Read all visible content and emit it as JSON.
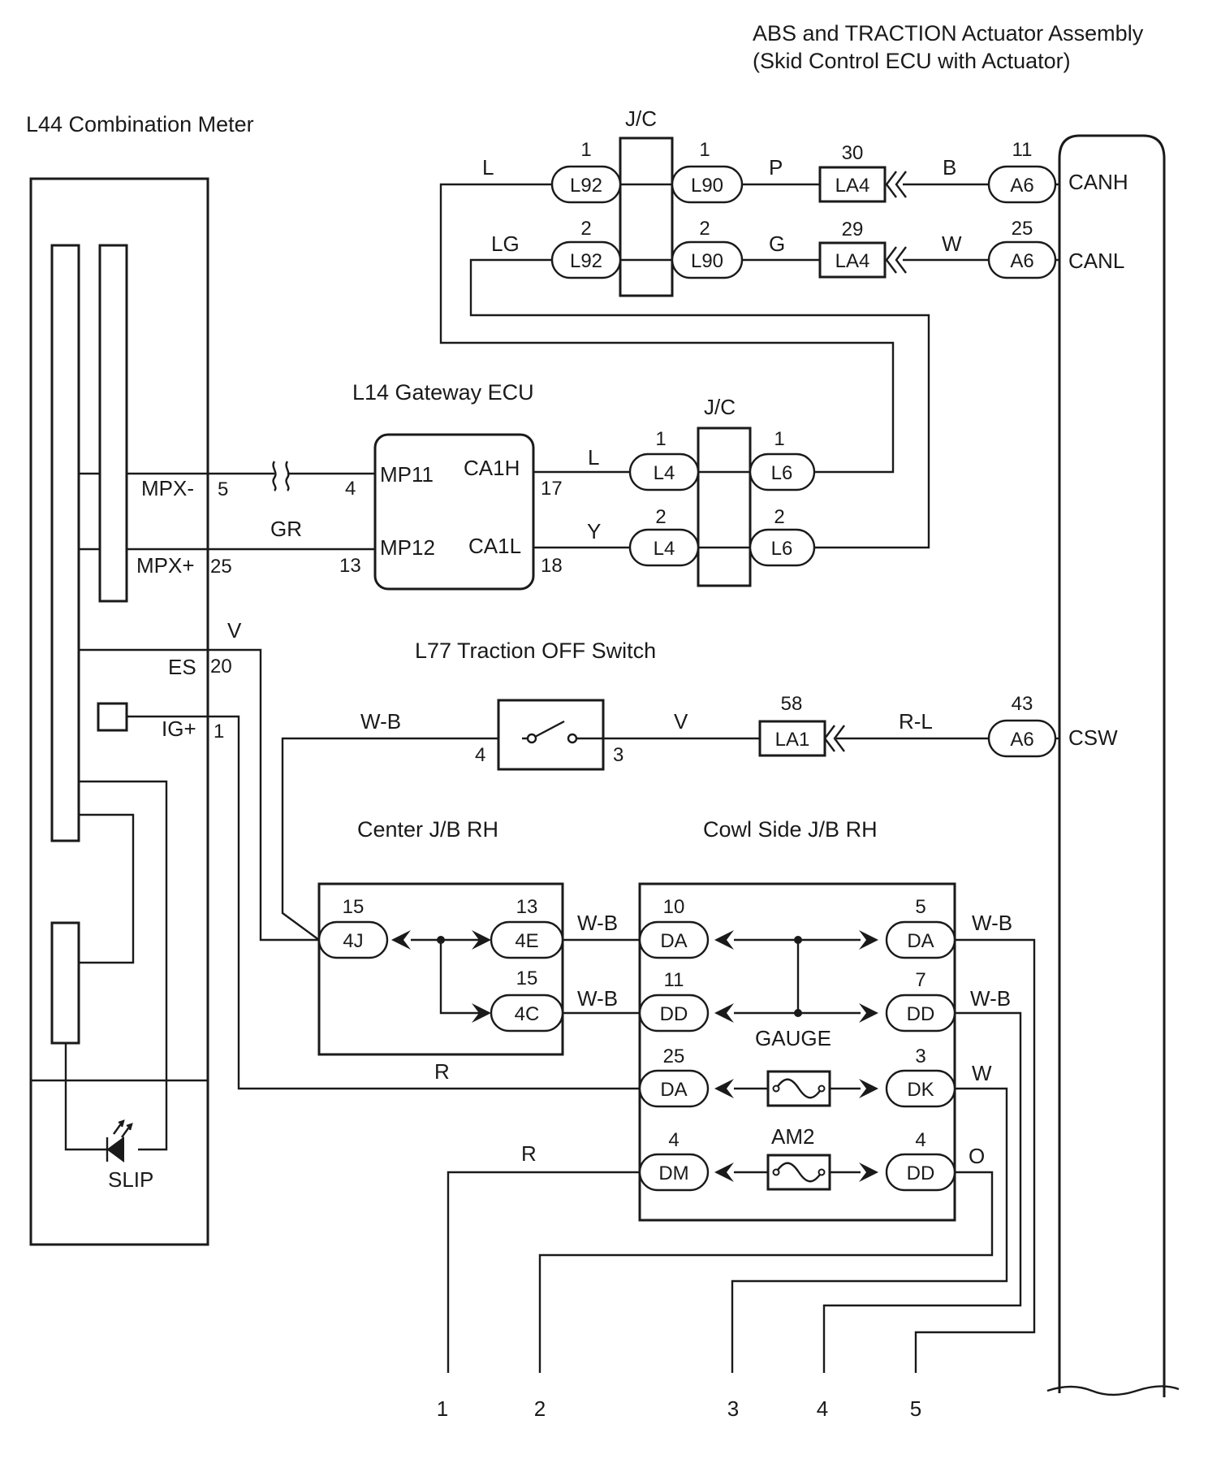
{
  "components": {
    "abs_assembly_line1": "ABS and TRACTION Actuator Assembly",
    "abs_assembly_line2": "(Skid Control ECU with Actuator)",
    "combination_meter": "L44 Combination Meter",
    "gateway_ecu": "L14 Gateway ECU",
    "traction_switch": "L77 Traction OFF Switch",
    "center_jb": "Center J/B RH",
    "cowl_jb": "Cowl Side J/B RH",
    "slip": "SLIP",
    "gauge": "GAUGE",
    "am2": "AM2"
  },
  "meter_terminals": {
    "mpx_minus": "MPX-",
    "mpx_minus_pin": "5",
    "mpx_plus": "MPX+",
    "mpx_plus_pin": "25",
    "es": "ES",
    "es_pin": "20",
    "ig": "IG+",
    "ig_pin": "1"
  },
  "gateway_terminals": {
    "mp11": "MP11",
    "mp11_pin": "4",
    "mp12": "MP12",
    "mp12_pin": "13",
    "ca1h": "CA1H",
    "ca1h_pin": "17",
    "ca1l": "CA1L",
    "ca1l_pin": "18"
  },
  "abs_terminals": {
    "canh": "CANH",
    "canl": "CANL",
    "csw": "CSW"
  },
  "junctions": {
    "jc_top": "J/C",
    "jc_mid": "J/C"
  },
  "connectors": {
    "l92_1": {
      "name": "L92",
      "pin": "1"
    },
    "l92_2": {
      "name": "L92",
      "pin": "2"
    },
    "l90_1": {
      "name": "L90",
      "pin": "1"
    },
    "l90_2": {
      "name": "L90",
      "pin": "2"
    },
    "la4_30": {
      "name": "LA4",
      "pin": "30"
    },
    "la4_29": {
      "name": "LA4",
      "pin": "29"
    },
    "a6_11": {
      "name": "A6",
      "pin": "11"
    },
    "a6_25": {
      "name": "A6",
      "pin": "25"
    },
    "l4_1": {
      "name": "L4",
      "pin": "1"
    },
    "l4_2": {
      "name": "L4",
      "pin": "2"
    },
    "l6_1": {
      "name": "L6",
      "pin": "1"
    },
    "l6_2": {
      "name": "L6",
      "pin": "2"
    },
    "la1_58": {
      "name": "LA1",
      "pin": "58"
    },
    "a6_43": {
      "name": "A6",
      "pin": "43"
    },
    "sw_pin4": "4",
    "sw_pin3": "3",
    "c4j": {
      "name": "4J",
      "pin": "15"
    },
    "c4e": {
      "name": "4E",
      "pin": "13"
    },
    "c4c": {
      "name": "4C",
      "pin": "15"
    },
    "da10": {
      "name": "DA",
      "pin": "10"
    },
    "dd11": {
      "name": "DD",
      "pin": "11"
    },
    "da25": {
      "name": "DA",
      "pin": "25"
    },
    "dm4": {
      "name": "DM",
      "pin": "4"
    },
    "da5": {
      "name": "DA",
      "pin": "5"
    },
    "dd7": {
      "name": "DD",
      "pin": "7"
    },
    "dk3": {
      "name": "DK",
      "pin": "3"
    },
    "dd4": {
      "name": "DD",
      "pin": "4"
    }
  },
  "wire_colors": {
    "l_top": "L",
    "lg_top": "LG",
    "p": "P",
    "g": "G",
    "b": "B",
    "w_canl": "W",
    "gr": "GR",
    "l_mid": "L",
    "y_mid": "Y",
    "v_es": "V",
    "wb_sw": "W-B",
    "v_sw": "V",
    "rl": "R-L",
    "wb_4e": "W-B",
    "wb_4c": "W-B",
    "r_ig": "R",
    "r_out1": "R",
    "wb_da5": "W-B",
    "wb_dd7": "W-B",
    "w_dk3": "W",
    "o_dd4": "O"
  },
  "outputs": [
    "1",
    "2",
    "3",
    "4",
    "5"
  ]
}
